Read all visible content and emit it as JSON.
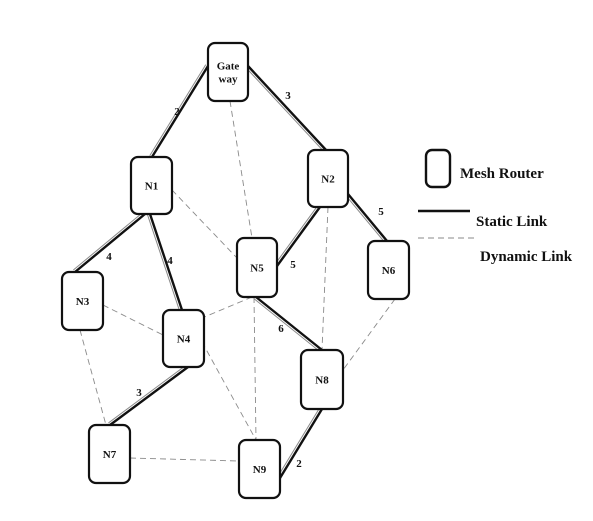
{
  "nodes": [
    {
      "id": "gateway",
      "lines": [
        "Gate",
        "way"
      ]
    },
    {
      "id": "n1",
      "lines": [
        "N1"
      ]
    },
    {
      "id": "n2",
      "lines": [
        "N2"
      ]
    },
    {
      "id": "n3",
      "lines": [
        "N3"
      ]
    },
    {
      "id": "n4",
      "lines": [
        "N4"
      ]
    },
    {
      "id": "n5",
      "lines": [
        "N5"
      ]
    },
    {
      "id": "n6",
      "lines": [
        "N6"
      ]
    },
    {
      "id": "n7",
      "lines": [
        "N7"
      ]
    },
    {
      "id": "n8",
      "lines": [
        "N8"
      ]
    },
    {
      "id": "n9",
      "lines": [
        "N9"
      ]
    }
  ],
  "static_links": [
    {
      "from": "gateway",
      "to": "n1",
      "weight": "2"
    },
    {
      "from": "gateway",
      "to": "n2",
      "weight": "3"
    },
    {
      "from": "n1",
      "to": "n3",
      "weight": "4"
    },
    {
      "from": "n1",
      "to": "n4",
      "weight": "4"
    },
    {
      "from": "n2",
      "to": "n6",
      "weight": "5"
    },
    {
      "from": "n2",
      "to": "n5",
      "weight": "5"
    },
    {
      "from": "n5",
      "to": "n8",
      "weight": "6"
    },
    {
      "from": "n4",
      "to": "n7",
      "weight": "3"
    },
    {
      "from": "n8",
      "to": "n9",
      "weight": "2"
    }
  ],
  "dynamic_links": [
    {
      "from": "gateway",
      "to": "n5"
    },
    {
      "from": "n1",
      "to": "n5"
    },
    {
      "from": "n2",
      "to": "n8"
    },
    {
      "from": "n5",
      "to": "n4"
    },
    {
      "from": "n5",
      "to": "n9"
    },
    {
      "from": "n3",
      "to": "n4"
    },
    {
      "from": "n3",
      "to": "n7"
    },
    {
      "from": "n6",
      "to": "n8"
    },
    {
      "from": "n7",
      "to": "n9"
    },
    {
      "from": "n4",
      "to": "n9"
    }
  ],
  "legend": {
    "mesh_router": "Mesh Router",
    "static_link": "Static Link",
    "dynamic_link": "Dynamic Link"
  },
  "colors": {
    "stroke": "#111111",
    "dashed": "#8a8a8a",
    "background": "#ffffff"
  }
}
